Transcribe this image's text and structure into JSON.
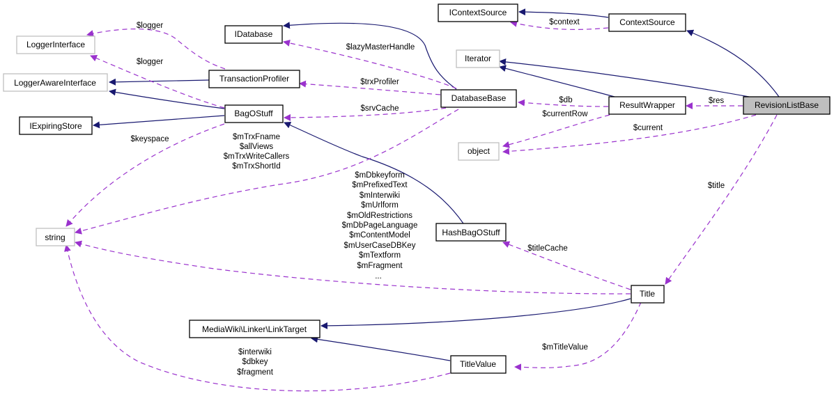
{
  "colors": {
    "inheritance_edge": "#191970",
    "usage_edge": "#9a32cd",
    "focus_node_fill": "#bfbfbf",
    "external_node_border": "#bfbfbf",
    "node_border": "#000000"
  },
  "nodes": {
    "revisionlistbase": {
      "label": "RevisionListBase",
      "kind": "focus"
    },
    "contextsource": {
      "label": "ContextSource",
      "kind": "class"
    },
    "icontextsource": {
      "label": "IContextSource",
      "kind": "class"
    },
    "iterator": {
      "label": "Iterator",
      "kind": "external"
    },
    "resultwrapper": {
      "label": "ResultWrapper",
      "kind": "class"
    },
    "object": {
      "label": "object",
      "kind": "external"
    },
    "databasebase": {
      "label": "DatabaseBase",
      "kind": "class"
    },
    "idatabase": {
      "label": "IDatabase",
      "kind": "class"
    },
    "transactionprofiler": {
      "label": "TransactionProfiler",
      "kind": "class"
    },
    "bagostuff": {
      "label": "BagOStuff",
      "kind": "class"
    },
    "loggerinterface": {
      "label": "LoggerInterface",
      "kind": "external"
    },
    "loggerawareinterface": {
      "label": "LoggerAwareInterface",
      "kind": "external"
    },
    "iexpiringstore": {
      "label": "IExpiringStore",
      "kind": "class"
    },
    "string": {
      "label": "string",
      "kind": "external"
    },
    "hashbagostuff": {
      "label": "HashBagOStuff",
      "kind": "class"
    },
    "title": {
      "label": "Title",
      "kind": "class"
    },
    "linktarget": {
      "label": "MediaWiki\\Linker\\LinkTarget",
      "kind": "class"
    },
    "titlevalue": {
      "label": "TitleValue",
      "kind": "class"
    }
  },
  "edge_labels": {
    "logger_tp": "$logger",
    "logger_bag": "$logger",
    "lazy": "$lazyMasterHandle",
    "context": "$context",
    "trx": "$trxProfiler",
    "srv": "$srvCache",
    "db": "$db",
    "res": "$res",
    "currentRow": "$currentRow",
    "current": "$current",
    "keyspace": "$keyspace",
    "db_strings": [
      "$mTrxFname",
      "$allViews",
      "$mTrxWriteCallers",
      "$mTrxShortId"
    ],
    "title_strings": [
      "$mDbkeyform",
      "$mPrefixedText",
      "$mInterwiki",
      "$mUrlform",
      "$mOldRestrictions",
      "$mDbPageLanguage",
      "$mContentModel",
      "$mUserCaseDBKey",
      "$mTextform",
      "$mFragment",
      "..."
    ],
    "title": "$title",
    "titleCache": "$titleCache",
    "mTitleValue": "$mTitleValue",
    "tv_strings": [
      "$interwiki",
      "$dbkey",
      "$fragment"
    ]
  }
}
